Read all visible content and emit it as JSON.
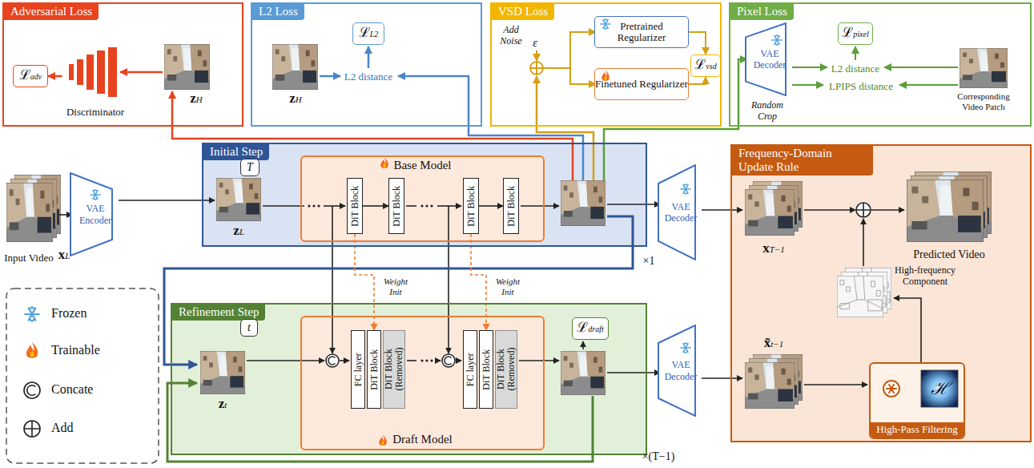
{
  "diagram": {
    "nodes": [
      {
        "text": [
          "Adversarial Loss"
        ]
      },
      {
        "text": [
          "ℒadv"
        ],
        "in": 0
      },
      {
        "text": [
          "Discriminator"
        ],
        "in": 0
      },
      {
        "text": [
          "L2 Loss"
        ]
      },
      {
        "text": [
          "ℒL2"
        ],
        "in": 3
      },
      {
        "text": [
          "VSD Loss"
        ]
      },
      {
        "text": [
          "Pretrained Regularizer"
        ],
        "in": 5
      },
      {
        "text": [
          "Finetuned Regularizer"
        ],
        "in": 5
      },
      {
        "text": [
          "ℒvsd"
        ],
        "in": 5
      },
      {
        "text": [
          "Pixel Loss"
        ]
      },
      {
        "text": [
          "VAE Decoder"
        ],
        "in": 9
      },
      {
        "text": [
          "ℒpixel"
        ],
        "in": 9
      },
      {
        "text": [
          "VAE Encoder"
        ]
      },
      {
        "text": [
          "Initial Step"
        ]
      },
      {
        "text": [
          "T"
        ],
        "in": 13
      },
      {
        "text": [
          "Base Model"
        ],
        "in": 13
      },
      {
        "text": [
          "DiT Block"
        ],
        "in": 15
      },
      {
        "text": [
          "DiT Block"
        ],
        "in": 15
      },
      {
        "text": [
          "DiT Block"
        ],
        "in": 15
      },
      {
        "text": [
          "DiT Block"
        ],
        "in": 15
      },
      {
        "text": [
          "VAE Decoder"
        ]
      },
      {
        "text": [
          "Frequency-Domain Update Rule"
        ]
      },
      {
        "text": [
          "High-Pass Filtering"
        ],
        "in": 21
      },
      {
        "text": [
          "Refinement Step"
        ]
      },
      {
        "text": [
          "t"
        ],
        "in": 23
      },
      {
        "text": [
          "Draft Model"
        ],
        "in": 23
      },
      {
        "text": [
          "FC layer"
        ],
        "in": 25
      },
      {
        "text": [
          "DiT Block"
        ],
        "in": 25
      },
      {
        "text": [
          "DiT Block (Removed)"
        ],
        "in": 25
      },
      {
        "text": [
          "FC layer"
        ],
        "in": 25
      },
      {
        "text": [
          "DiT Block"
        ],
        "in": 25
      },
      {
        "text": [
          "DiT Block (Removed)"
        ],
        "in": 25
      },
      {
        "text": [
          "ℒdraft"
        ],
        "in": 23
      },
      {
        "text": [
          "VAE Decoder"
        ]
      }
    ],
    "edges": [
      {
        "from": 2,
        "to": 1,
        "arrow": "to"
      },
      {
        "from": 6,
        "to": 8,
        "arrow": "to"
      },
      {
        "from": 7,
        "to": 8,
        "arrow": "to"
      },
      {
        "from": 16,
        "to": 17,
        "arrow": "to"
      },
      {
        "from": 18,
        "to": 19,
        "arrow": "to"
      },
      {
        "from": 16,
        "to": 27,
        "arrow": "to",
        "label": "Weight Init"
      },
      {
        "from": 18,
        "to": 30,
        "arrow": "to",
        "label": "Weight Init"
      }
    ],
    "labels": [
      "zH",
      "zH",
      "L2 distance",
      "Add Noise",
      "ε",
      "L2 distance",
      "LPIPS distance",
      "Corresponding Video Patch",
      "Random Crop",
      "Input Video",
      "xL",
      "zL",
      "xT−1",
      "Predicted Video",
      "High-frequency Component",
      "ℋ",
      "×1",
      "zt",
      "x̃t−1",
      "×(T−1)"
    ],
    "legend": [
      {
        "text": "Frozen"
      },
      {
        "text": "Trainable"
      },
      {
        "text": "Concate"
      },
      {
        "text": "Add"
      }
    ]
  }
}
